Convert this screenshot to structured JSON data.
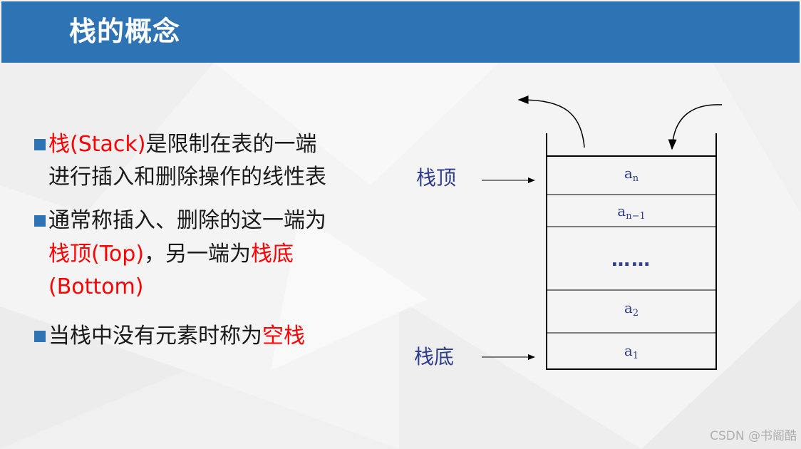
{
  "slide": {
    "title": "栈的概念"
  },
  "bullets": [
    {
      "lines": [
        [
          {
            "text": "栈(Stack)",
            "red": true
          },
          {
            "text": "是限制在表的一端",
            "red": false
          }
        ],
        [
          {
            "text": "进行插入和删除操作的线性表",
            "red": false
          }
        ]
      ]
    },
    {
      "lines": [
        [
          {
            "text": "通常称插入、删除的这一端为",
            "red": false
          }
        ],
        [
          {
            "text": "栈顶(Top)",
            "red": true
          },
          {
            "text": "，另一端为",
            "red": false
          },
          {
            "text": "栈底",
            "red": true
          }
        ],
        [
          {
            "text": "(Bottom)",
            "red": true
          }
        ]
      ]
    },
    {
      "lines": [
        [
          {
            "text": "当栈中没有元素时称为",
            "red": false
          },
          {
            "text": "空栈",
            "red": true
          }
        ]
      ]
    }
  ],
  "diagram": {
    "top_label": "栈顶",
    "bottom_label": "栈底",
    "cells": [
      {
        "base": "a",
        "sub": "n"
      },
      {
        "base": "a",
        "sub": "n−1"
      },
      {
        "base": "",
        "sub": ""
      },
      {
        "base": "a",
        "sub": "2"
      },
      {
        "base": "a",
        "sub": "1"
      }
    ],
    "ellipsis": "……"
  },
  "watermark": "CSDN @书阁酷",
  "colors": {
    "header": "#2e74b5",
    "highlight": "#ff0000",
    "diagram_text": "#2e3d8f"
  }
}
